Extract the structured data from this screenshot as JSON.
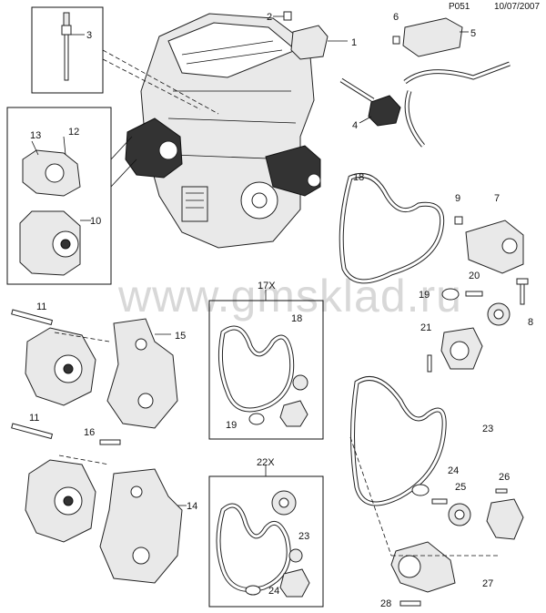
{
  "header": {
    "page_code": "P051",
    "date": "10/07/2007"
  },
  "watermark": "www.gmsklad.ru",
  "boxes": {
    "kit_17x": "17X",
    "kit_22x": "22X"
  },
  "callouts": [
    "1",
    "2",
    "3",
    "4",
    "5",
    "6",
    "7",
    "8",
    "9",
    "10",
    "11",
    "11",
    "12",
    "13",
    "14",
    "15",
    "16",
    "18",
    "18",
    "19",
    "19",
    "20",
    "21",
    "23",
    "23",
    "24",
    "24",
    "25",
    "26",
    "27",
    "28"
  ]
}
